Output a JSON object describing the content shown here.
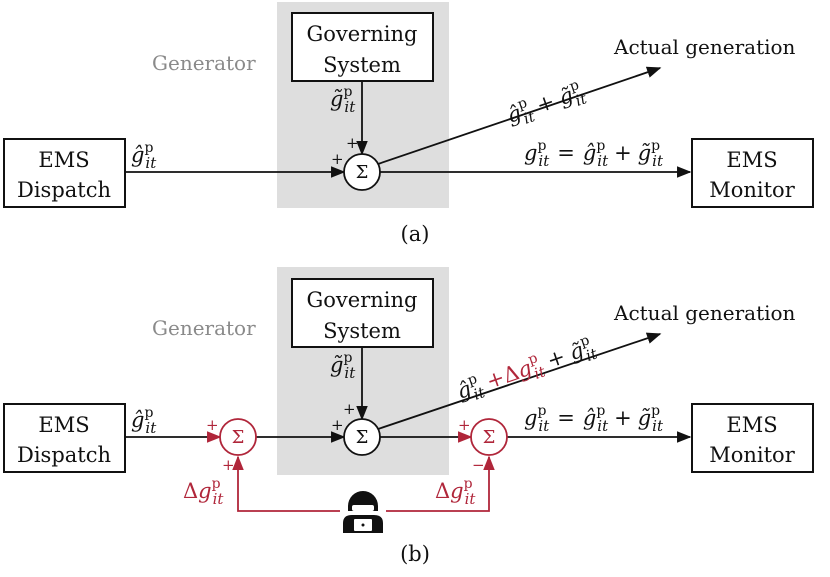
{
  "colors": {
    "attack": "#b0263a",
    "panel": "#dedede",
    "line": "#111111",
    "muted": "#8a8a8a"
  },
  "blocks": {
    "ems_dispatch": [
      "EMS",
      "Dispatch"
    ],
    "ems_monitor": [
      "EMS",
      "Monitor"
    ],
    "governing_system": [
      "Governing",
      "System"
    ],
    "generator_label": "Generator"
  },
  "outputs": {
    "actual_generation": "Actual generation"
  },
  "symbols": {
    "sum": "Σ",
    "plus": "+",
    "minus": "−",
    "g_hat": "ĝ",
    "g_tilde": "g̃",
    "g": "g",
    "delta": "Δ",
    "sup_p": "p",
    "sub_it": "it",
    "equals": "=",
    "plus_op": "+"
  },
  "captions": {
    "a": "(a)",
    "b": "(b)"
  },
  "icons": {
    "attacker": "hacker-icon",
    "arrow": "arrowhead-icon"
  }
}
